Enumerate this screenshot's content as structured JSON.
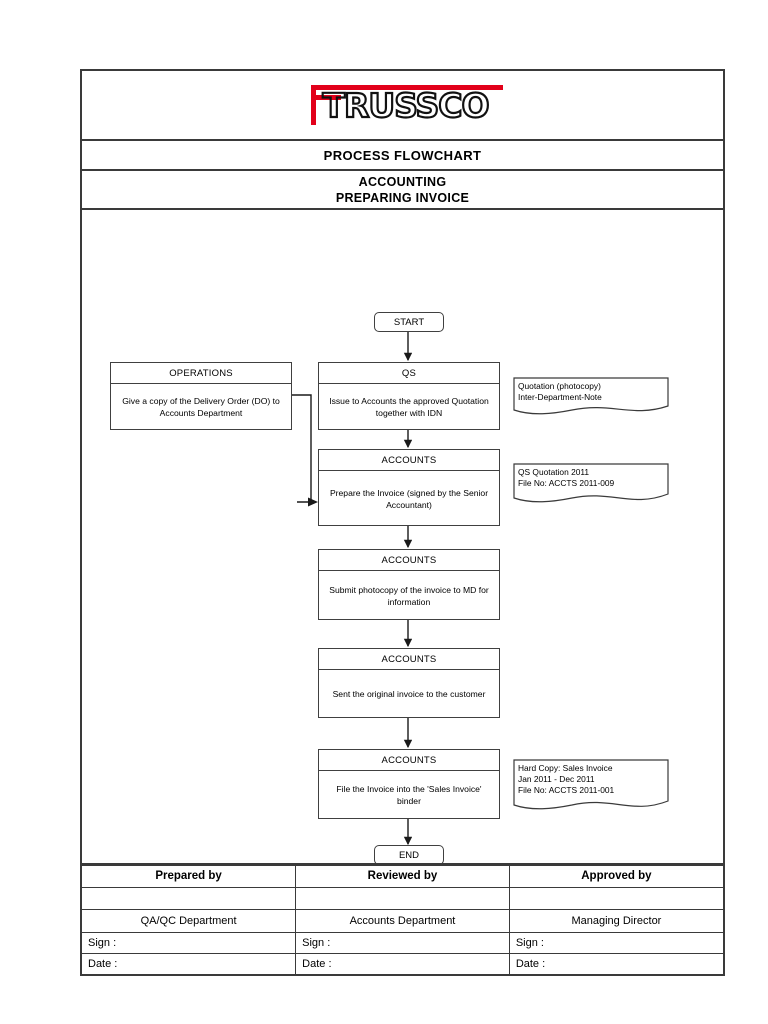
{
  "document": {
    "logo_text": "TRUSSCO",
    "title": "PROCESS FLOWCHART",
    "subtitle_line1": "ACCOUNTING",
    "subtitle_line2": "PREPARING INVOICE",
    "brand_red": "#e2001a",
    "line_color": "#3a3a3a"
  },
  "flow": {
    "start_label": "START",
    "end_label": "END",
    "nodes": [
      {
        "id": "operations",
        "role": "OPERATIONS",
        "text": "Give a copy of the Delivery Order (DO) to Accounts Department"
      },
      {
        "id": "qs",
        "role": "QS",
        "text": "Issue to Accounts the approved Quotation together with IDN"
      },
      {
        "id": "prepare",
        "role": "ACCOUNTS",
        "text": "Prepare the Invoice\n(signed by the Senior Accountant)"
      },
      {
        "id": "submit",
        "role": "ACCOUNTS",
        "text": "Submit photocopy of the invoice to MD for information"
      },
      {
        "id": "sent",
        "role": "ACCOUNTS",
        "text": "Sent the original invoice to the customer"
      },
      {
        "id": "file",
        "role": "ACCOUNTS",
        "text": "File the Invoice into the 'Sales Invoice' binder"
      }
    ],
    "notes": [
      {
        "id": "note-quotation",
        "text": "Quotation (photocopy)\nInter-Department-Note"
      },
      {
        "id": "note-qs-quotation",
        "text": "QS Quotation 2011\nFile No: ACCTS 2011-009"
      },
      {
        "id": "note-hard-copy",
        "text": "Hard Copy: Sales Invoice\nJan 2011 - Dec 2011\nFile No: ACCTS 2011-001"
      }
    ]
  },
  "signature_table": {
    "headers": [
      "Prepared by",
      "Reviewed by",
      "Approved by"
    ],
    "departments": [
      "QA/QC Department",
      "Accounts Department",
      "Managing Director"
    ],
    "sign_labels": [
      "Sign  :",
      "Sign  :",
      "Sign  :"
    ],
    "date_labels": [
      "Date  :",
      "Date  :",
      "Date  :"
    ]
  }
}
